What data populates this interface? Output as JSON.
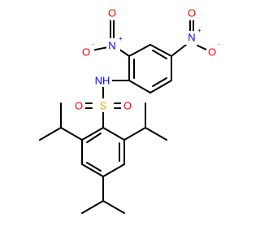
{
  "molecule": {
    "atoms": {
      "n1": {
        "symbol": "N",
        "color": "#0000ff",
        "charge": "+"
      },
      "o1": {
        "symbol": "O",
        "color": "#ff0000",
        "charge": "-"
      },
      "o2": {
        "symbol": "O",
        "color": "#ff0000",
        "charge": ""
      },
      "n2": {
        "symbol": "N",
        "color": "#0000ff",
        "charge": "+"
      },
      "o3": {
        "symbol": "O",
        "color": "#ff0000",
        "charge": ""
      },
      "o4": {
        "symbol": "O",
        "color": "#ff0000",
        "charge": "-"
      },
      "nh": {
        "symbol": "NH",
        "color": "#0000ff",
        "charge": ""
      },
      "s": {
        "symbol": "S",
        "color": "#ccb200",
        "charge": ""
      },
      "o5": {
        "symbol": "O",
        "color": "#ff0000",
        "charge": ""
      },
      "o6": {
        "symbol": "O",
        "color": "#ff0000",
        "charge": ""
      }
    },
    "bond_color": "#000000"
  }
}
